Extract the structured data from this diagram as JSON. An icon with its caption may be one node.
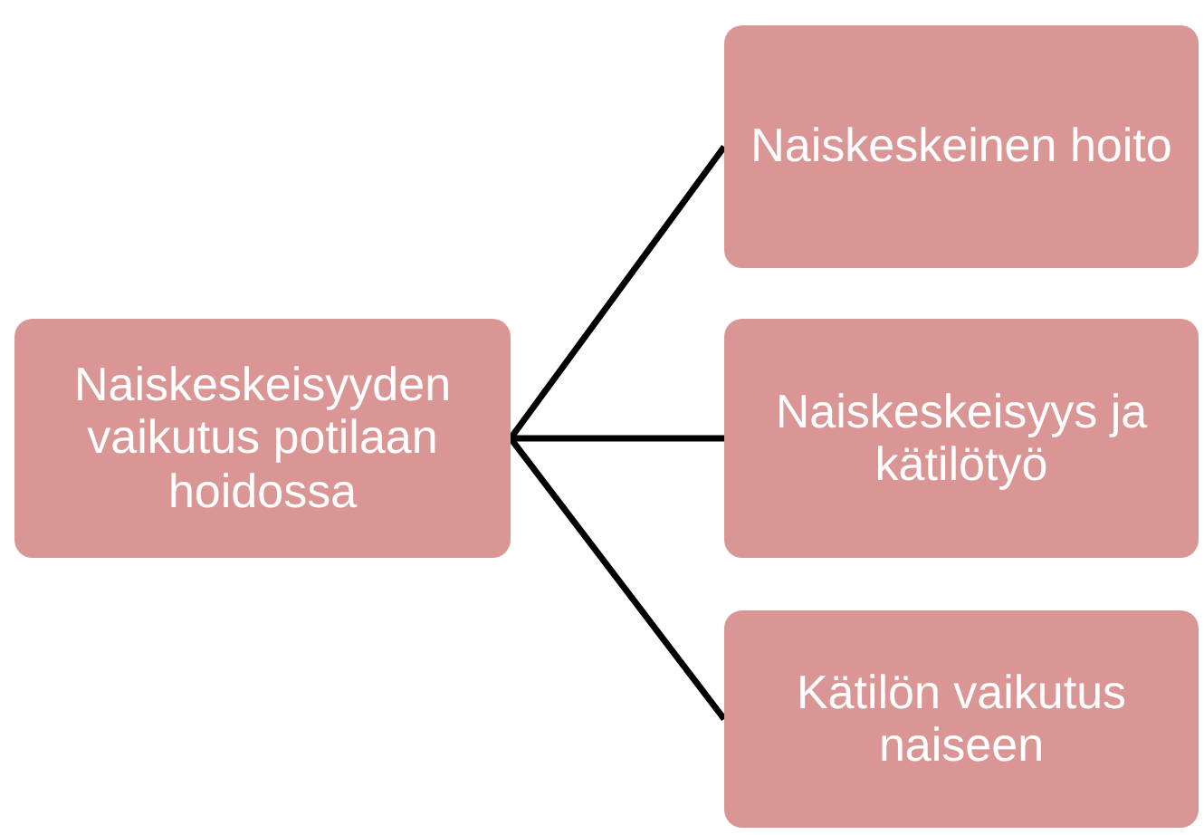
{
  "diagram": {
    "nodes": [
      {
        "text": [
          "Naiskeskeisyyden vaikutus potilaan hoidossa"
        ]
      },
      {
        "text": [
          "Naiskeskeinen hoito"
        ]
      },
      {
        "text": [
          "Naiskeskeisyys ja kätilötyö"
        ]
      },
      {
        "text": [
          "Kätilön vaikutus naiseen"
        ]
      }
    ],
    "edges": [
      {
        "from": 0,
        "to": 1,
        "arrow": "none"
      },
      {
        "from": 0,
        "to": 2,
        "arrow": "none"
      },
      {
        "from": 0,
        "to": 3,
        "arrow": "none"
      }
    ]
  }
}
